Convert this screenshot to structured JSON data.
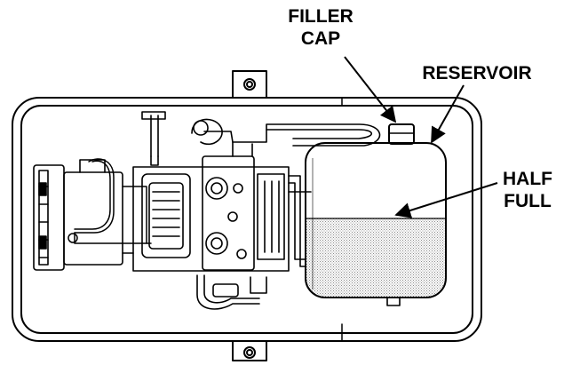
{
  "labels": {
    "filler_cap": [
      "FILLER",
      "CAP"
    ],
    "reservoir": "RESERVOIR",
    "half_full": [
      "HALF",
      "FULL"
    ]
  },
  "colors": {
    "stroke": "#000000",
    "background": "#ffffff",
    "fluid_dots": "#8a8a8a"
  },
  "fluid_level": "half"
}
